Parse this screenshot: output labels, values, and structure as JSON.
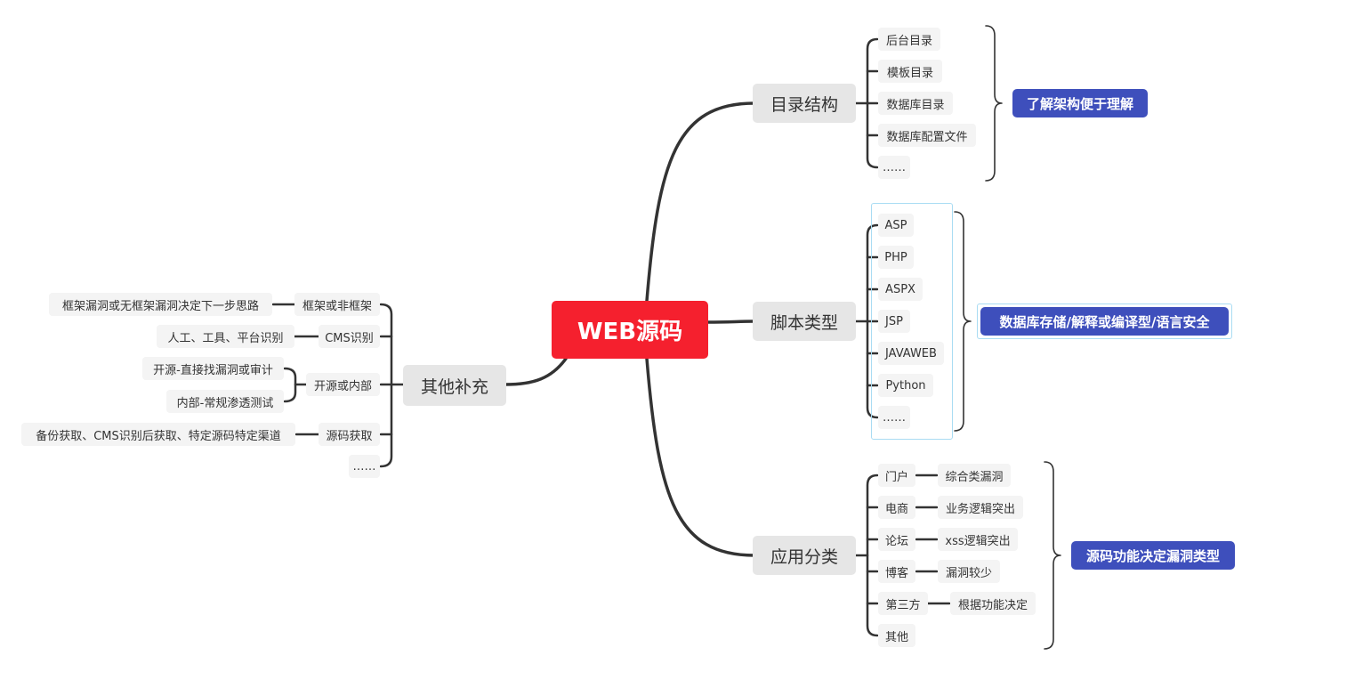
{
  "root": "WEB源码",
  "branches": {
    "dir": {
      "label": "目录结构",
      "items": [
        "后台目录",
        "模板目录",
        "数据库目录",
        "数据库配置文件",
        "……"
      ],
      "summary": "了解架构便于理解"
    },
    "script": {
      "label": "脚本类型",
      "items": [
        "ASP",
        "PHP",
        "ASPX",
        "JSP",
        "JAVAWEB",
        "Python",
        "……"
      ],
      "summary": "数据库存储/解释或编译型/语言安全"
    },
    "app": {
      "label": "应用分类",
      "items": [
        {
          "label": "门户",
          "detail": "综合类漏洞"
        },
        {
          "label": "电商",
          "detail": "业务逻辑突出"
        },
        {
          "label": "论坛",
          "detail": "xss逻辑突出"
        },
        {
          "label": "博客",
          "detail": "漏洞较少"
        },
        {
          "label": "第三方",
          "detail": "根据功能决定"
        },
        {
          "label": "其他",
          "detail": ""
        }
      ],
      "summary": "源码功能决定漏洞类型"
    },
    "other": {
      "label": "其他补充",
      "items": [
        {
          "label": "框架或非框架",
          "details": [
            "框架漏洞或无框架漏洞决定下一步思路"
          ]
        },
        {
          "label": "CMS识别",
          "details": [
            "人工、工具、平台识别"
          ]
        },
        {
          "label": "开源或内部",
          "details": [
            "开源-直接找漏洞或审计",
            "内部-常规渗透测试"
          ]
        },
        {
          "label": "源码获取",
          "details": [
            "备份获取、CMS识别后获取、特定源码特定渠道"
          ]
        },
        {
          "label": "……",
          "details": []
        }
      ]
    }
  }
}
